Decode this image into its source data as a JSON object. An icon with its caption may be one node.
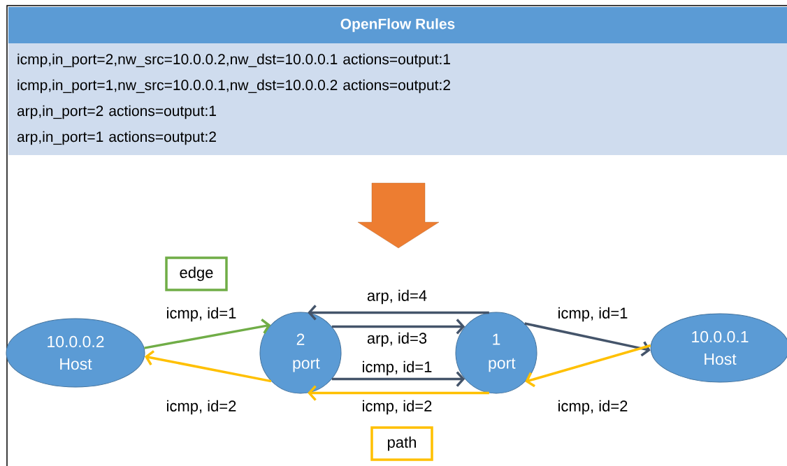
{
  "diagram": {
    "nodes": [
      {
        "text": [
          "OpenFlow Rules"
        ]
      },
      {
        "text": [
          "icmp,in_port=2,nw_src=10.0.0.2,nw_dst=10.0.0.1 actions=output:1",
          "icmp,in_port=1,nw_src=10.0.0.1,nw_dst=10.0.0.2 actions=output:2",
          "arp,in_port=2 actions=output:1",
          "arp,in_port=1 actions=output:2"
        ]
      },
      {
        "text": [
          "10.0.0.2 Host"
        ]
      },
      {
        "text": [
          "2 port"
        ]
      },
      {
        "text": [
          "1 port"
        ]
      },
      {
        "text": [
          "10.0.0.1 Host"
        ]
      }
    ],
    "edges": [
      {
        "from": 2,
        "to": 3,
        "arrow": "to",
        "label": "icmp, id=1",
        "color": "#70ad47"
      },
      {
        "from": 3,
        "to": 2,
        "arrow": "to",
        "label": "icmp, id=2",
        "color": "#ffc000"
      },
      {
        "from": 4,
        "to": 3,
        "arrow": "to",
        "label": "arp, id=4"
      },
      {
        "from": 3,
        "to": 4,
        "arrow": "to",
        "label": "arp, id=3"
      },
      {
        "from": 3,
        "to": 4,
        "arrow": "to",
        "label": "icmp, id=1"
      },
      {
        "from": 4,
        "to": 3,
        "arrow": "to",
        "label": "icmp, id=2",
        "color": "#ffc000"
      },
      {
        "from": 4,
        "to": 5,
        "arrow": "to",
        "label": "icmp, id=1"
      },
      {
        "from": 5,
        "to": 4,
        "arrow": "to",
        "label": "icmp, id=2",
        "color": "#ffc000"
      }
    ],
    "legend": [
      {
        "text": "edge",
        "color": "#70ad47"
      },
      {
        "text": "path",
        "color": "#ffc000"
      }
    ]
  }
}
